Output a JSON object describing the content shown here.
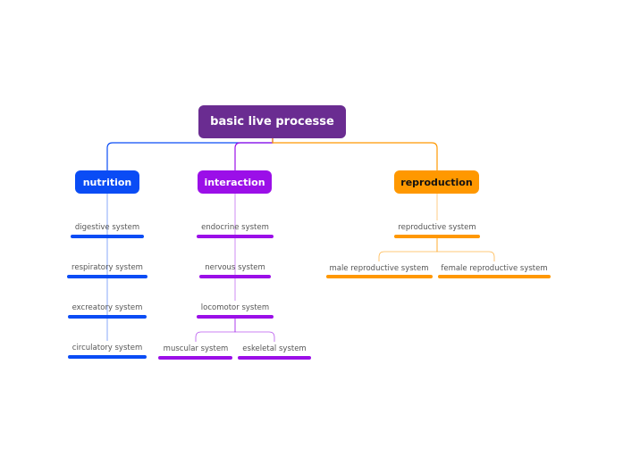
{
  "colors": {
    "root": "#6a2c91",
    "nutrition": "#0a4cf5",
    "interaction": "#9b0fe8",
    "reproduction": "#ff9800",
    "leaf_text": "#555555"
  },
  "root": {
    "label": "basic live processe"
  },
  "branches": {
    "nutrition": {
      "label": "nutrition",
      "children": [
        "digestive system",
        "respiratory system",
        "excreatory system",
        "circulatory system"
      ]
    },
    "interaction": {
      "label": "interaction",
      "children": [
        "endocrine system",
        "nervous system",
        "locomotor system"
      ],
      "locomotor_children": [
        "muscular system",
        "eskeletal system"
      ]
    },
    "reproduction": {
      "label": "reproduction",
      "children": [
        "reproductive system"
      ],
      "reproductive_children": [
        "male reproductive system",
        "female reproductive system"
      ]
    }
  }
}
